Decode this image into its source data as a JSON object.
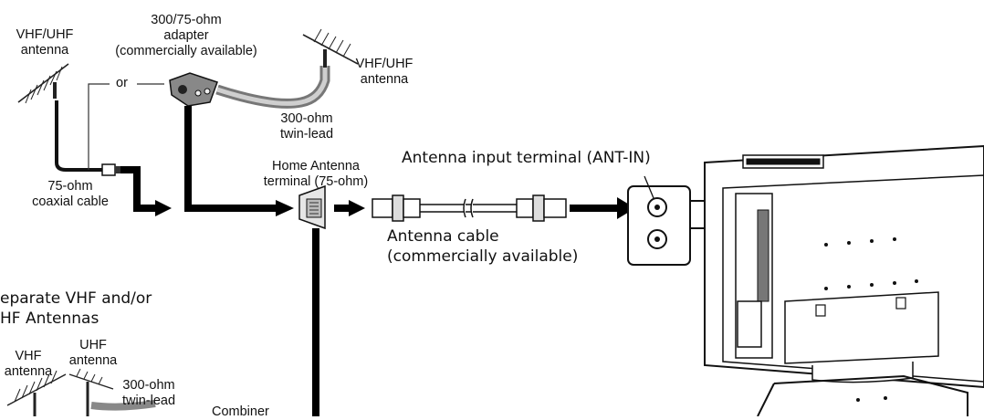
{
  "labels": {
    "vhf_uhf_antenna_left": [
      "VHF/UHF",
      "antenna"
    ],
    "adapter": [
      "300/75-ohm",
      "adapter",
      "(commercially available)"
    ],
    "or": "or",
    "vhf_uhf_antenna_right": [
      "VHF/UHF",
      "antenna"
    ],
    "twin_lead_top": [
      "300-ohm",
      "twin-lead"
    ],
    "coaxial": [
      "75-ohm",
      "coaxial cable"
    ],
    "home_terminal": [
      "Home Antenna",
      "terminal (75-ohm)"
    ],
    "ant_in": "Antenna input terminal (ANT-IN)",
    "antenna_cable": [
      "Antenna cable",
      "(commercially available)"
    ],
    "separate": [
      "eparate VHF and/or",
      "HF Antennas"
    ],
    "vhf_bottom": [
      "VHF",
      "antenna"
    ],
    "uhf_bottom": [
      "UHF",
      "antenna"
    ],
    "twin_lead_bottom": [
      "300-ohm",
      "twin-lead"
    ],
    "combiner": "Combiner"
  }
}
